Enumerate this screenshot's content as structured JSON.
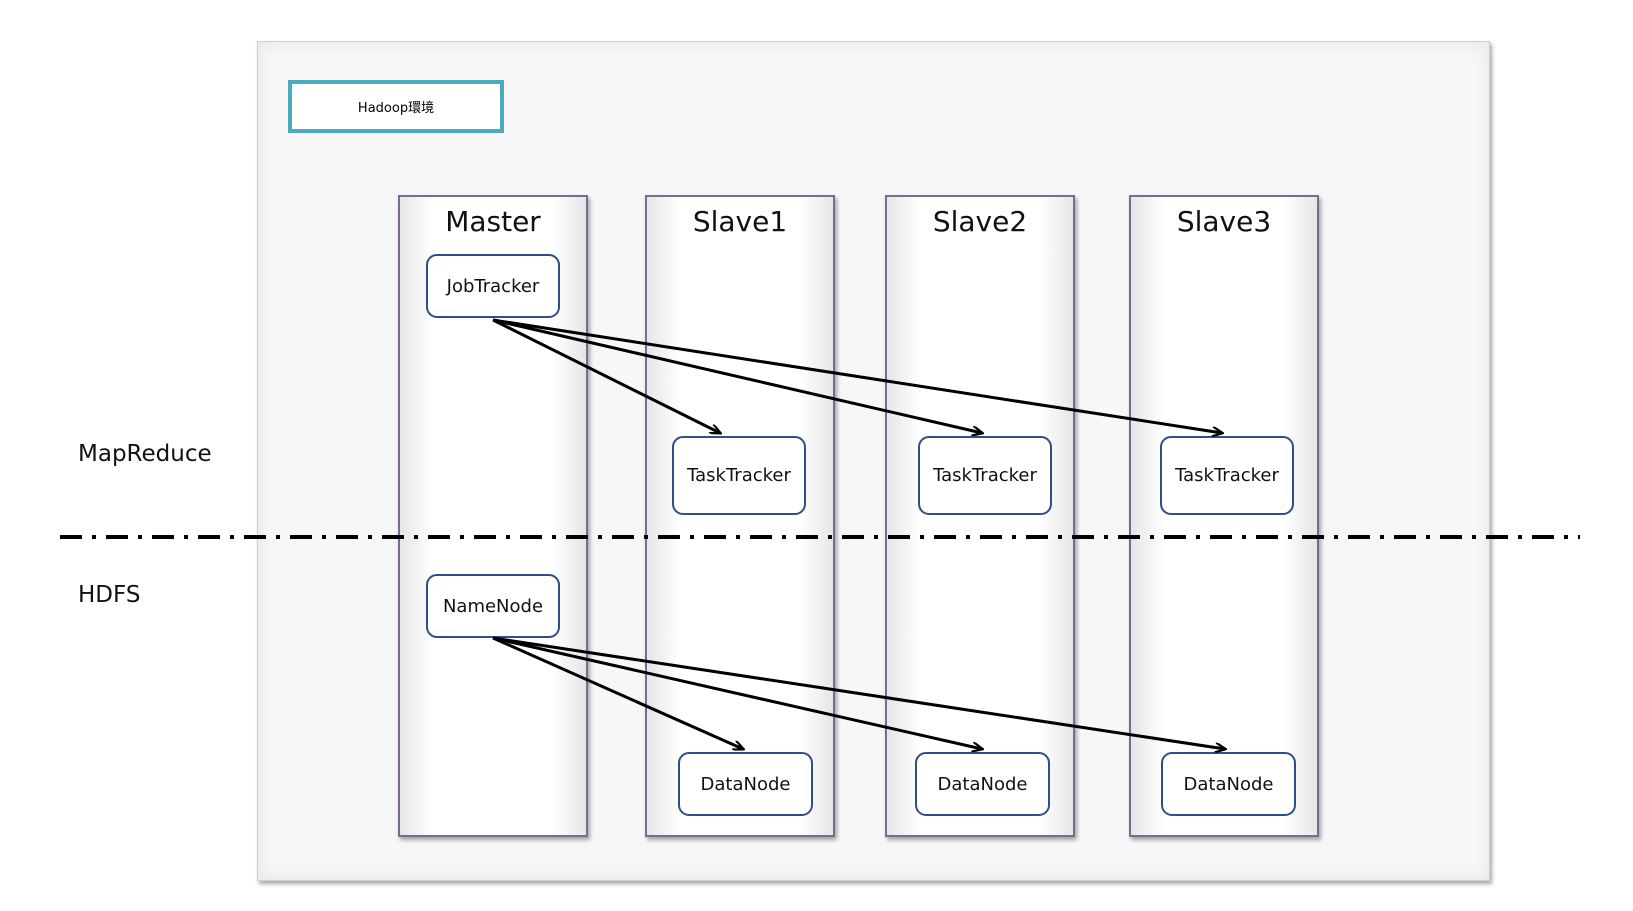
{
  "title": "Hadoop環境",
  "layers": {
    "mapreduce": "MapReduce",
    "hdfs": "HDFS"
  },
  "columns": [
    {
      "name": "Master"
    },
    {
      "name": "Slave1"
    },
    {
      "name": "Slave2"
    },
    {
      "name": "Slave3"
    }
  ],
  "nodes": {
    "jobtracker": "JobTracker",
    "namenode": "NameNode",
    "tasktracker_1": "TaskTracker",
    "tasktracker_2": "TaskTracker",
    "tasktracker_3": "TaskTracker",
    "datanode_1": "DataNode",
    "datanode_2": "DataNode",
    "datanode_3": "DataNode"
  },
  "edges": [
    {
      "from": "JobTracker",
      "to": "TaskTracker (Slave1)"
    },
    {
      "from": "JobTracker",
      "to": "TaskTracker (Slave2)"
    },
    {
      "from": "JobTracker",
      "to": "TaskTracker (Slave3)"
    },
    {
      "from": "NameNode",
      "to": "DataNode (Slave1)"
    },
    {
      "from": "NameNode",
      "to": "DataNode (Slave2)"
    },
    {
      "from": "NameNode",
      "to": "DataNode (Slave3)"
    }
  ],
  "colors": {
    "title_border": "#4aaabf",
    "column_border": "#7b6a94",
    "node_border": "#2f4f86",
    "arrow": "#000000",
    "separator": "#000000"
  }
}
